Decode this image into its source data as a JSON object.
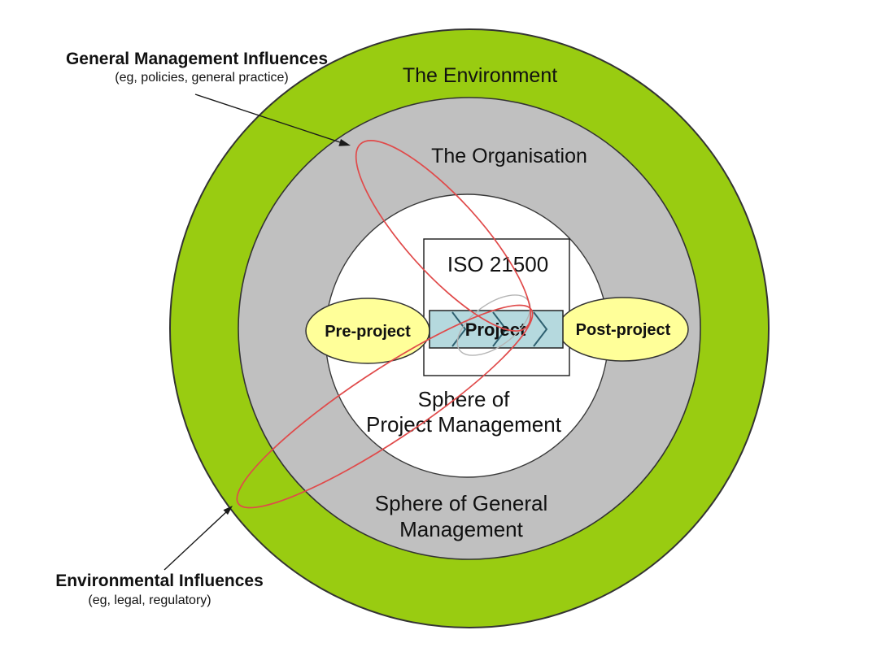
{
  "diagram": {
    "environment": {
      "label": "The Environment",
      "fill": "#99cc11"
    },
    "organisation": {
      "label": "The Organisation",
      "fill": "#c0c0c0"
    },
    "project_sphere": {
      "line1": "Sphere of",
      "line2": "Project Management",
      "fill": "#ffffff"
    },
    "general_sphere": {
      "line1": "Sphere of General",
      "line2": "Management"
    },
    "iso_box": {
      "title": "ISO 21500",
      "fill": "#ffffff"
    },
    "lifecycle": {
      "pre_label": "Pre-project",
      "project_label": "Project",
      "post_label": "Post-project",
      "ellipse_fill": "#ffff99",
      "bar_fill": "#b5d9de",
      "chevron_color": "#2f6070"
    },
    "influences": {
      "general": {
        "title": "General Management Influences",
        "subtitle": "(eg, policies, general practice)"
      },
      "environmental": {
        "title": "Environmental Influences",
        "subtitle": "(eg, legal, regulatory)"
      },
      "ellipse_color": "#e04a4a",
      "ghost_tip_color": "#b5b5b5",
      "arrow_color": "#1a1a1a"
    },
    "outline_color": "#333333"
  }
}
